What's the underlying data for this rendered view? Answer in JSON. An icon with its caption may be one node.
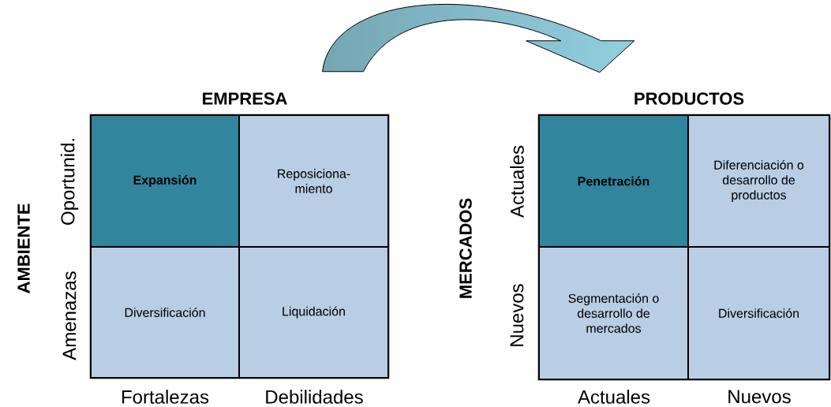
{
  "diagram": {
    "nodes": [
      {
        "text": [
          "EMPRESA"
        ]
      },
      {
        "text": [
          "**Expansión**"
        ],
        "in": 0
      },
      {
        "text": [
          "Reposiciona- miento"
        ],
        "in": 0
      },
      {
        "text": [
          "Diversificación"
        ],
        "in": 0
      },
      {
        "text": [
          "Liquidación"
        ],
        "in": 0
      },
      {
        "text": [
          "PRODUCTOS"
        ]
      },
      {
        "text": [
          "**Penetración**"
        ],
        "in": 5
      },
      {
        "text": [
          "Diferenciación o desarrollo de productos"
        ],
        "in": 5
      },
      {
        "text": [
          "Segmentación o desarrollo de mercados"
        ],
        "in": 5
      },
      {
        "text": [
          "Diversificación"
        ],
        "in": 5
      }
    ],
    "edges": [
      {
        "from": 0,
        "to": 5,
        "arrow": "to"
      }
    ],
    "labels": [
      "Oportunid.",
      "Amenazas",
      "AMBIENTE",
      "Fortalezas",
      "Debilidades",
      "Actuales",
      "Nuevos",
      "MERCADOS",
      "Actuales",
      "Nuevos"
    ]
  }
}
